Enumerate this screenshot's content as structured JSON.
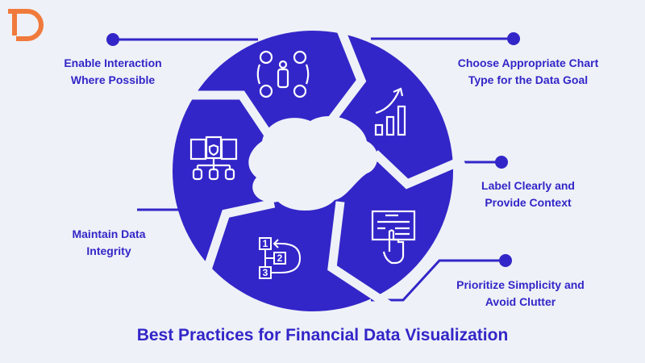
{
  "title": "Best Practices for Financial Data Visualization",
  "logo_text": "TD",
  "colors": {
    "primary": "#3326c8",
    "background": "#eef1f7",
    "logo": "#f07a3c"
  },
  "practices": [
    {
      "label_line1": "Enable Interaction",
      "label_line2": "Where Possible",
      "icon": "network-people-icon"
    },
    {
      "label_line1": "Choose Appropriate Chart",
      "label_line2": "Type for the Data Goal",
      "icon": "growth-chart-icon"
    },
    {
      "label_line1": "Label Clearly and",
      "label_line2": "Provide Context",
      "icon": "click-screen-icon"
    },
    {
      "label_line1": "Prioritize Simplicity and",
      "label_line2": "Avoid Clutter",
      "icon": "numbered-steps-icon"
    },
    {
      "label_line1": "Maintain Data",
      "label_line2": "Integrity",
      "icon": "secure-database-icon"
    }
  ],
  "steps_icon_numbers": [
    "1",
    "2",
    "3"
  ]
}
